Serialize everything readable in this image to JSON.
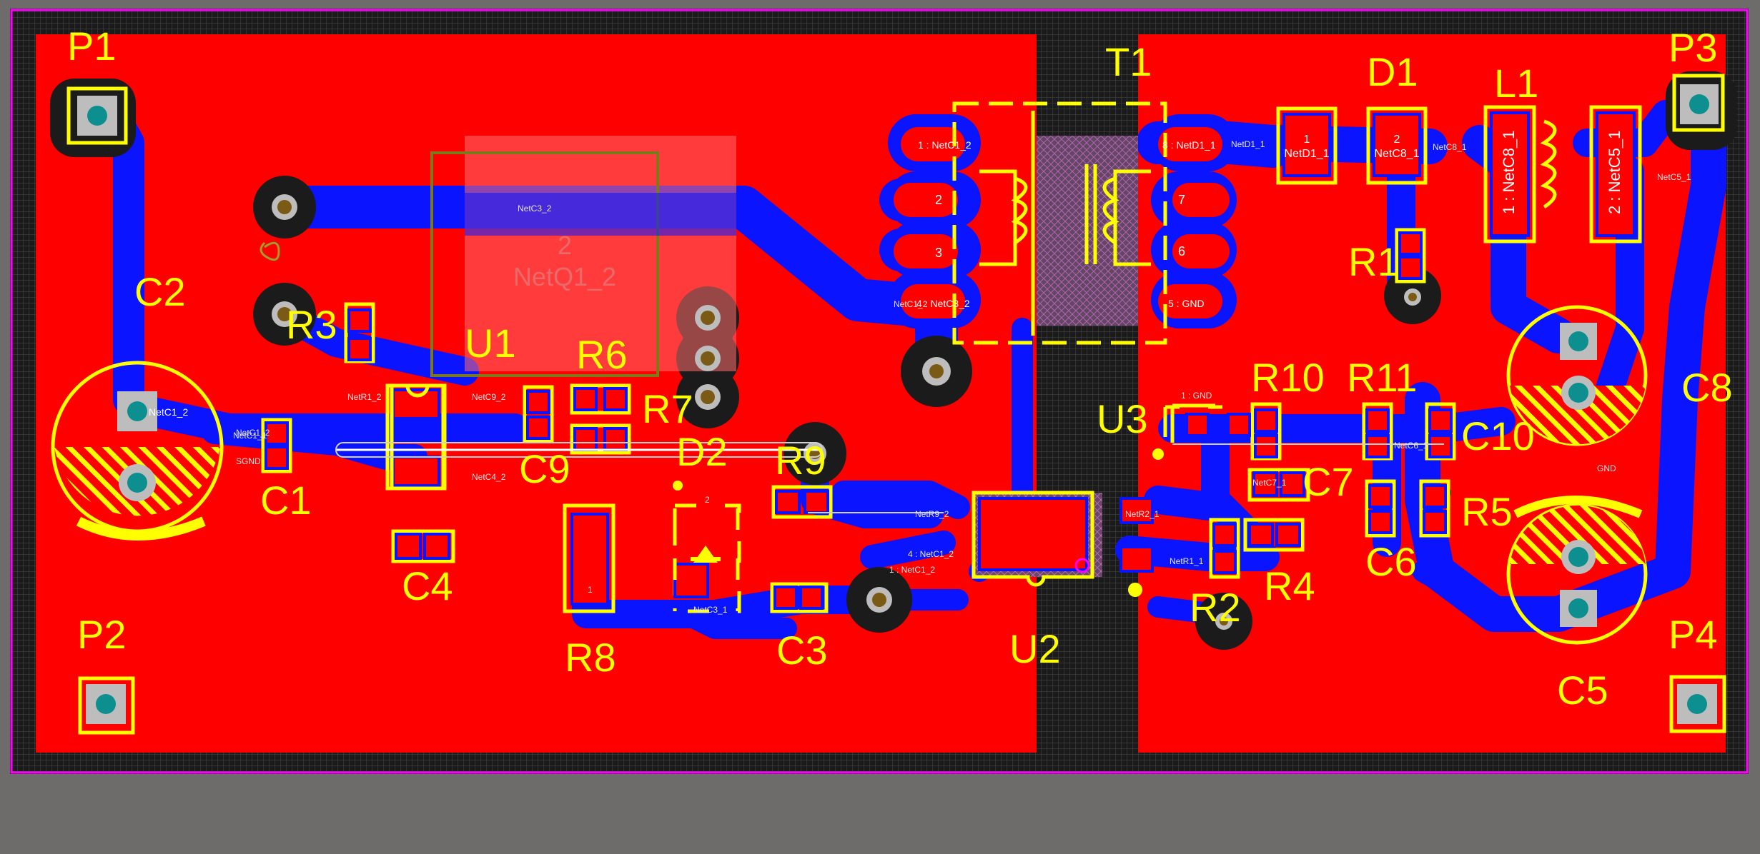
{
  "colors": {
    "background": "#6e6b6b",
    "board_dark": "#1b1b1b",
    "grid": "#505050",
    "top_copper": "#ff0000",
    "bottom_copper": "#0a14ff",
    "silkscreen": "#ffff00",
    "pad": "#bdbdbd",
    "drill": "#0e8f8f",
    "board_outline": "#ff00ff",
    "overlay": "#7a6a8a"
  },
  "designators": {
    "P1": "P1",
    "P2": "P2",
    "P3": "P3",
    "P4": "P4",
    "T1": "T1",
    "D1": "D1",
    "D2": "D2",
    "L1": "L1",
    "U1": "U1",
    "U2": "U2",
    "U3": "U3",
    "C1": "C1",
    "C2": "C2",
    "C3": "C3",
    "C4": "C4",
    "C5": "C5",
    "C6": "C6",
    "C7": "C7",
    "C8": "C8",
    "C9": "C9",
    "C10": "C10",
    "R1": "R1",
    "R2": "R2",
    "R3": "R3",
    "R4": "R4",
    "R5": "R5",
    "R6": "R6",
    "R7": "R7",
    "R8": "R8",
    "R9": "R9",
    "R10": "R10",
    "R11": "R11"
  },
  "u1": {
    "pin": "2",
    "net": "NetQ1_2"
  },
  "t1": {
    "pin1": "1 : NetC1_2",
    "pin2": "2",
    "pin3": "3",
    "pin4": "4 : NetC3_2",
    "pin5": "5 : GND",
    "pin6": "6",
    "pin7": "7",
    "pin8": "8 : NetD1_1"
  },
  "d1": {
    "pad1_num": "1",
    "pad1_net": "NetD1_1",
    "pad2_num": "2",
    "pad2_net": "NetC8_1"
  },
  "l1": {
    "pad1": "1 : NetC8_1",
    "pad2": "2 : NetC5_1"
  },
  "c2": {
    "net": "NetC1_2"
  },
  "nets": {
    "n1": "NetC1_2",
    "n2": "NetC3_2",
    "n3": "SGND",
    "n4": "NetR9_2",
    "n5": "NetR2_1",
    "n6": "NetR1_1",
    "n7": "NetC5_1",
    "n8": "GND",
    "n9": "NetC8_1",
    "n10": "NetC6_1",
    "n11": "NetC3_1",
    "n12": "NetC9_2",
    "n13": "NetC4_2",
    "n14": "NetC1_1",
    "n15": "NetD1_1",
    "n16": "NetC1_2",
    "n17": "NetR1_2",
    "n18": "1 : GND",
    "n19": "1 : NetC1_2",
    "n20": "4 : NetC1_2",
    "n21": "1",
    "n22": "2",
    "n23": "NetC7_1"
  }
}
